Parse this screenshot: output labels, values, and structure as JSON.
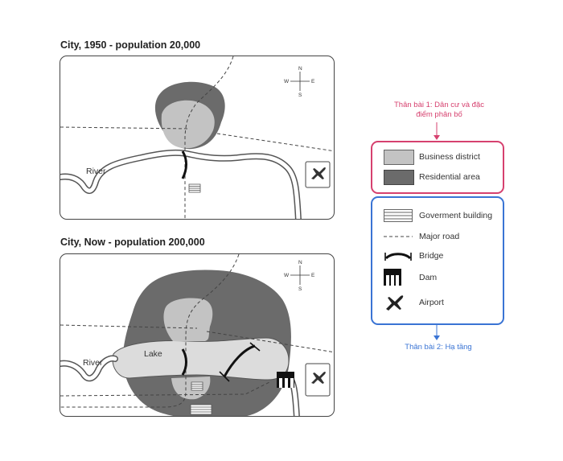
{
  "maps": [
    {
      "title": "City, 1950 - population 20,000",
      "river_label": "River"
    },
    {
      "title": "City, Now - population 200,000",
      "river_label": "River",
      "lake_label": "Lake"
    }
  ],
  "compass": {
    "n": "N",
    "s": "S",
    "e": "E",
    "w": "W"
  },
  "annotations": {
    "population": "Thân bài 1: Dân cư và đặc điểm phân bố",
    "infrastructure": "Thân bài 2: Hạ tầng"
  },
  "legend": {
    "population": [
      {
        "label": "Business district",
        "icon": "light-gray-swatch"
      },
      {
        "label": "Residential area",
        "icon": "dark-gray-swatch"
      }
    ],
    "infrastructure": [
      {
        "label": "Goverment building",
        "icon": "striped-building-icon"
      },
      {
        "label": "Major road",
        "icon": "dashed-line-icon"
      },
      {
        "label": "Bridge",
        "icon": "bridge-icon"
      },
      {
        "label": "Dam",
        "icon": "dam-icon"
      },
      {
        "label": "Airport",
        "icon": "airplane-icon"
      }
    ]
  },
  "colors": {
    "business": "#c3c3c3",
    "residential": "#6b6b6b",
    "lake": "#dcdcdc",
    "population_accent": "#d6416f",
    "infrastructure_accent": "#3a74d4"
  }
}
